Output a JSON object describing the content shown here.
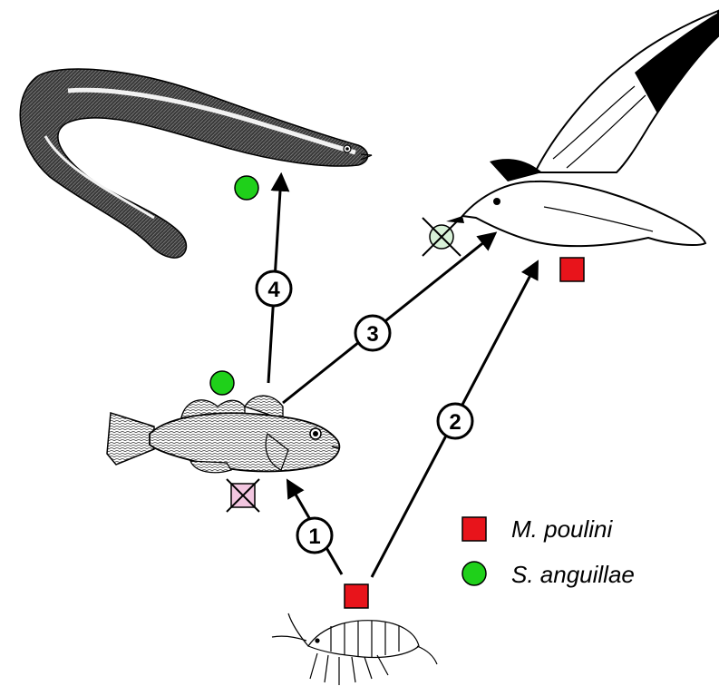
{
  "colors": {
    "m_poulini": "#e8141b",
    "s_anguillae": "#1fd01a",
    "prevented_m_poulini": "#f2c6e0",
    "prevented_s_anguillae": "#d8f1d8",
    "ink": "#000000"
  },
  "organisms": [
    "eel",
    "gull",
    "fish",
    "amphipod"
  ],
  "transmission_steps": [
    {
      "label": "1",
      "from": "amphipod",
      "to": "fish"
    },
    {
      "label": "2",
      "from": "amphipod",
      "to": "gull"
    },
    {
      "label": "3",
      "from": "fish",
      "to": "gull"
    },
    {
      "label": "4",
      "from": "fish",
      "to": "eel"
    }
  ],
  "legend": [
    {
      "symbol": "square",
      "label": "M. poulini"
    },
    {
      "symbol": "circle",
      "label": "S. anguillae"
    }
  ]
}
